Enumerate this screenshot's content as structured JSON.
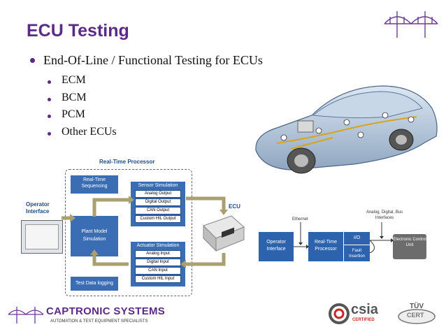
{
  "slide": {
    "title": "ECU Testing",
    "bullet_main": "End-Of-Line / Functional Testing for ECUs",
    "sub_bullets": [
      "ECM",
      "BCM",
      "PCM",
      "Other ECUs"
    ]
  },
  "diagram_left": {
    "rt_processor": "Real-Time Processor",
    "operator_interface": "Operator Interface",
    "rt_sequencing": "Real-Time Sequencing",
    "sensor_sim": "Sensor Simulation",
    "sensor_outputs": [
      "Analog Output",
      "Digital Output",
      "CAN Output",
      "Custom HIL Output"
    ],
    "plant_model": "Plant Model Simulation",
    "actuator_sim": "Actuator Simulation",
    "actuator_inputs": [
      "Analog Input",
      "Digital Input",
      "CAN Input",
      "Custom HIL Input"
    ],
    "test_data": "Test Data logging",
    "ecu": "ECU"
  },
  "diagram_right": {
    "ethernet": "Ethernet",
    "bus_interfaces": "Analog, Digital, Bus Interfaces",
    "operator_interface": "Operator Interface",
    "rt_processor": "Real-Time Processor",
    "io": "I/O",
    "fault_insertion": "Fault Insertion",
    "ecu": "Electronic Control Unit"
  },
  "footer": {
    "company": "CAPTRONIC SYSTEMS",
    "tagline": "AUTOMATION & TEST EQUIPMENT SPECIALISTS",
    "csia": "csia",
    "csia_cert": "CERTIFIED",
    "tuv": "TÜV",
    "tuv_cert": "CERT"
  },
  "colors": {
    "title": "#5b2a86",
    "box_blue": "#2d62ad",
    "arrow_olive": "#a8a070"
  }
}
